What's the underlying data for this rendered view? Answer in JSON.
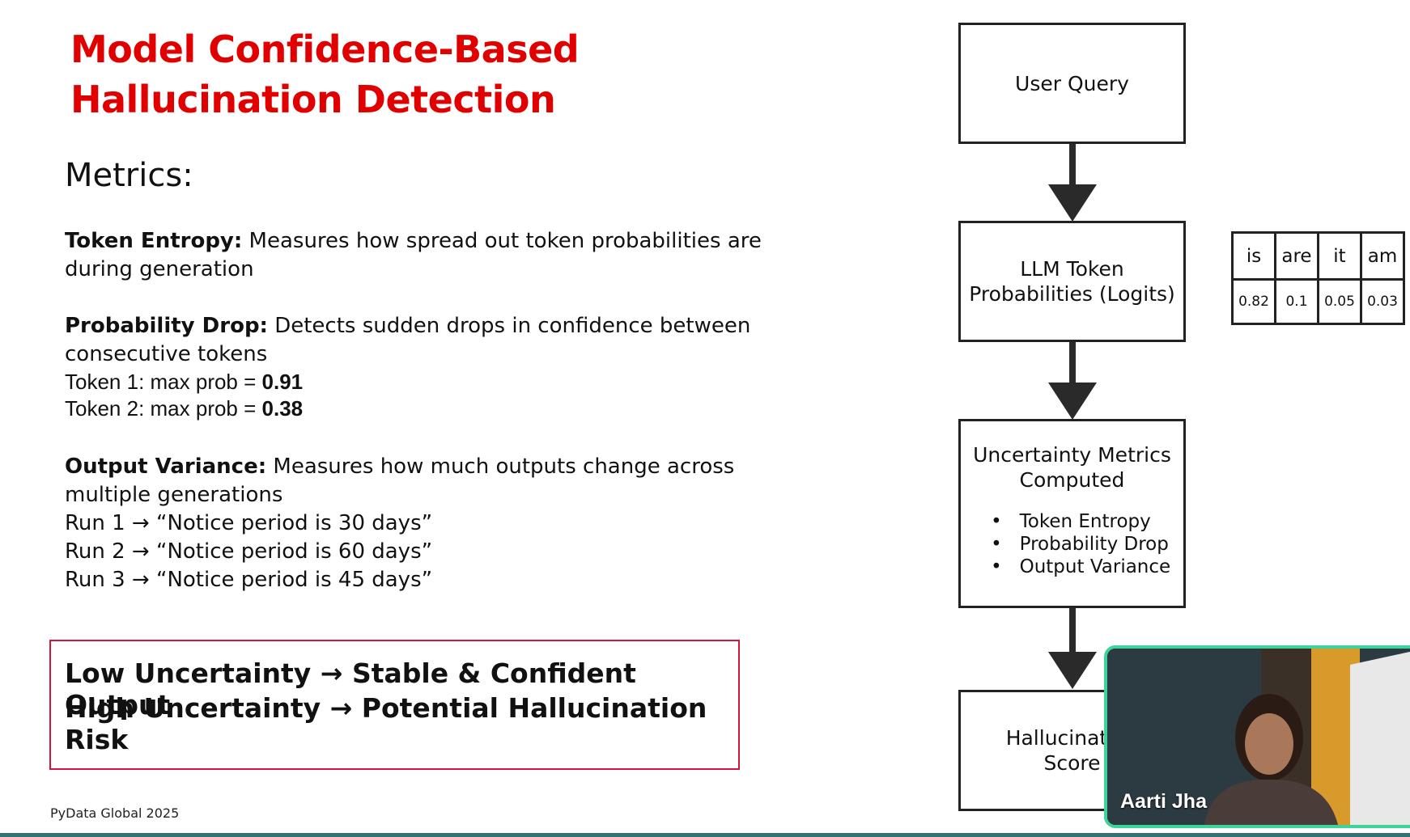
{
  "slide": {
    "title_line1": "Model Confidence-Based",
    "title_line2": "Hallucination Detection",
    "metrics_heading": "Metrics:",
    "token_entropy": {
      "term": "Token Entropy:",
      "desc1": " Measures how spread out token probabilities are",
      "desc2": "during generation"
    },
    "probability_drop": {
      "term": "Probability Drop:",
      "desc1": " Detects sudden drops in confidence between",
      "desc2": "consecutive tokens",
      "ex1_prefix": "Token 1: max prob = ",
      "ex1_value": "0.91",
      "ex2_prefix": "Token 2: max prob = ",
      "ex2_value": "0.38"
    },
    "output_variance": {
      "term": "Output Variance:",
      "desc1": " Measures how much outputs change across",
      "desc2": "multiple generations",
      "runs": [
        "Run 1 → “Notice period is 30 days”",
        "Run 2 → “Notice period is  60 days”",
        "Run 3 → “Notice period is  45 days”"
      ]
    },
    "callout": {
      "line1": "Low Uncertainty  → Stable & Confident Output",
      "line2": "High Uncertainty → Potential Hallucination Risk"
    },
    "footer": "PyData Global 2025"
  },
  "flow": {
    "user_query": "User Query",
    "logits_line1": "LLM Token",
    "logits_line2": "Probabilities (Logits)",
    "metrics_line1": "Uncertainty Metrics",
    "metrics_line2": "Computed",
    "metrics_bullets": [
      "Token Entropy",
      "Probability Drop",
      "Output Variance"
    ],
    "score_line1": "Hallucination",
    "score_line2": "Score"
  },
  "token_table": {
    "tokens": [
      "is",
      "are",
      "it",
      "am"
    ],
    "probs": [
      "0.82",
      "0.1",
      "0.05",
      "0.03"
    ]
  },
  "video": {
    "participant": "Aarti Jha",
    "border_color": "#3ed39a"
  }
}
